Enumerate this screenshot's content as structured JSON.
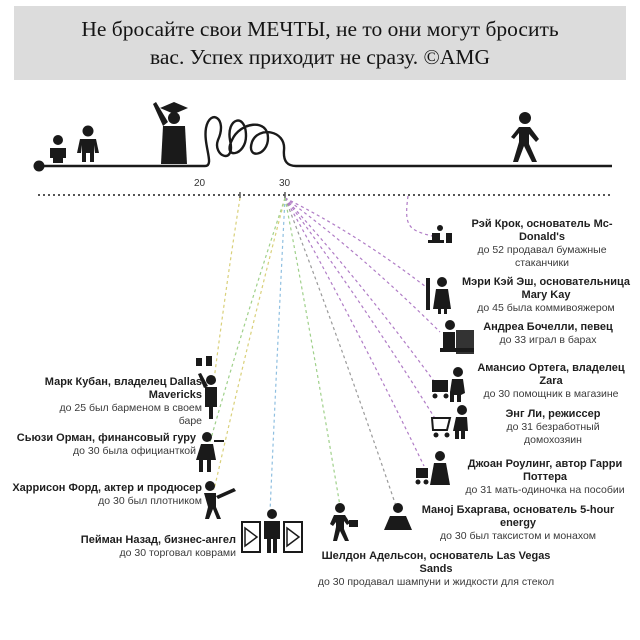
{
  "header": {
    "line1": "Не бросайте свои МЕЧТЫ, не то они могут бросить",
    "line2": "вас. Успех приходит не сразу. ©AMG"
  },
  "timeline": {
    "tick_20": "20",
    "tick_30": "30"
  },
  "people": [
    {
      "name": "Рэй Крок, основатель Mc-Donald's",
      "desc": "до 52 продавал бумажные стаканчики",
      "icon": "cups-icon"
    },
    {
      "name": "Мэри Кэй Эш, основательница Mary Kay",
      "desc": "до 45 была коммивояжером",
      "icon": "saleswoman-icon"
    },
    {
      "name": "Андреа Бочелли, певец",
      "desc": "до 33 играл в барах",
      "icon": "piano-icon"
    },
    {
      "name": "Амансио Ортега, владелец Zara",
      "desc": "до 30 помощник в магазине",
      "icon": "cart-icon"
    },
    {
      "name": "Энг Ли, режиссер",
      "desc": "до 31 безработный домохозяин",
      "icon": "shopping-cart-icon"
    },
    {
      "name": "Джоан Роулинг, автор Гарри Поттера",
      "desc": "до 31 мать-одиночка на пособии",
      "icon": "mother-stroller-icon"
    },
    {
      "name": "Маноj Бхаргава, основатель 5-hour energy",
      "desc": "до 30 был таксистом и монахом",
      "icon": "monk-icon"
    },
    {
      "name": "Шелдон Адельсон, основатель Las Vegas Sands",
      "desc": "до 30 продавал шампуни и жидкости для стекол",
      "icon": "courier-icon"
    },
    {
      "name": "Пейман Назад, бизнес-ангел",
      "desc": "до 30 торговал коврами",
      "icon": "carpet-seller-icon"
    },
    {
      "name": "Харрисон Форд, актер и продюсер",
      "desc": "до 30 был плотником",
      "icon": "carpenter-icon"
    },
    {
      "name": "Сьюзи Орман, финансовый гуру",
      "desc": "до 30 была официанткой",
      "icon": "waitress-icon"
    },
    {
      "name": "Марк Кубан, владелец Dallas Mavericks",
      "desc": "до 25 был барменом в своем баре",
      "icon": "bartender-icon"
    }
  ],
  "colors": {
    "line": "#1a1a1a",
    "dash_purple": "#b07cc6",
    "dash_green": "#9fd08a",
    "dash_yellow": "#d9d07a",
    "dash_blue": "#8fbfe0",
    "dash_gray": "#9a9a9a"
  }
}
